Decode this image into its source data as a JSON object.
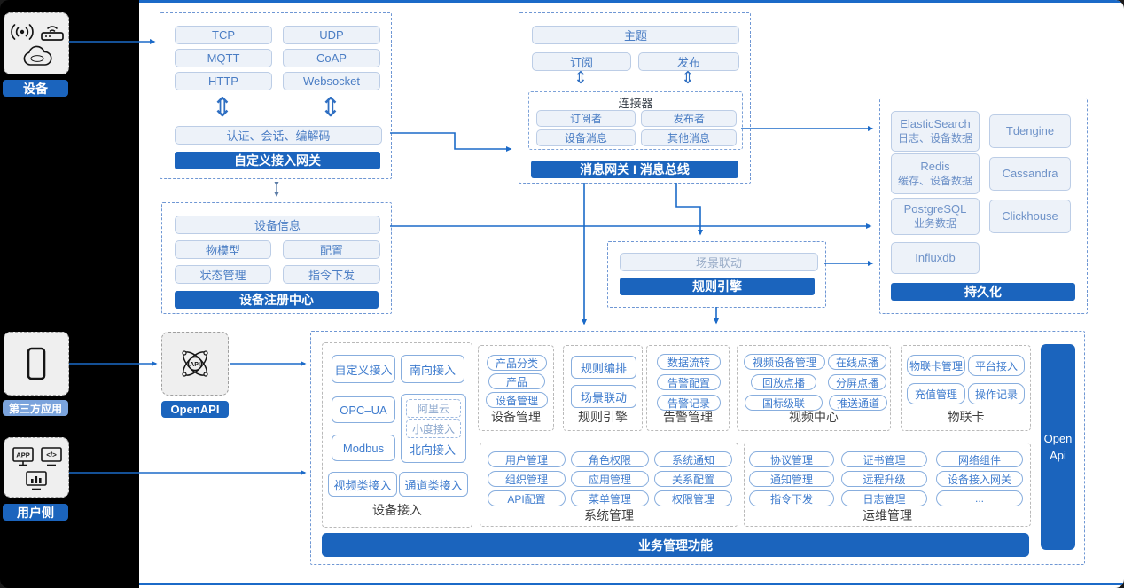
{
  "colors": {
    "accent": "#1b64bd",
    "arrow": "#1b6ac8",
    "pill_bg": "#edf2f9",
    "pill_border": "#bccde6",
    "dashed_blue": "#6f97d4",
    "section_dash": "#b9b9b9",
    "rail_label_light": "#7aa3dc",
    "background": "#000000"
  },
  "rail": {
    "device": {
      "label": "设备"
    },
    "third_party": {
      "label": "第三方应用"
    },
    "user_side": {
      "label": "用户侧"
    }
  },
  "icons": {
    "app_text": "APP",
    "code_text": "</>",
    "api_text": "API"
  },
  "gateway": {
    "title": "自定义接入网关",
    "protocols": [
      "TCP",
      "UDP",
      "MQTT",
      "CoAP",
      "HTTP",
      "Websocket"
    ],
    "session": "认证、会话、编解码",
    "updown": "⇕"
  },
  "message_bus": {
    "title": "消息网关 I 消息总线",
    "topic": "主题",
    "subscribe": "订阅",
    "publish": "发布",
    "updown": "⇕",
    "connector": {
      "title": "连接器",
      "items": [
        "订阅者",
        "发布者",
        "设备消息",
        "其他消息"
      ]
    }
  },
  "persistence": {
    "title": "持久化",
    "stores": [
      {
        "name": "ElasticSearch",
        "desc": "日志、设备数据"
      },
      {
        "name": "Tdengine",
        "desc": ""
      },
      {
        "name": "Redis",
        "desc": "缓存、设备数据"
      },
      {
        "name": "Cassandra",
        "desc": ""
      },
      {
        "name": "PostgreSQL",
        "desc": "业务数据"
      },
      {
        "name": "Clickhouse",
        "desc": ""
      },
      {
        "name": "Influxdb",
        "desc": ""
      }
    ]
  },
  "registry": {
    "title": "设备注册中心",
    "wide": "设备信息",
    "items": [
      "物模型",
      "配置",
      "状态管理",
      "指令下发"
    ]
  },
  "rule_engine_box": {
    "title": "规则引擎",
    "item": "场景联动"
  },
  "openapi": {
    "label": "OpenAPI"
  },
  "business": {
    "title": "业务管理功能",
    "open_api": "Open Api",
    "sections": {
      "device_access": {
        "label": "设备接入",
        "pills": [
          "自定义接入",
          "南向接入",
          "OPC–UA",
          "Modbus",
          "视频类接入",
          "通道类接入"
        ],
        "north": {
          "label": "北向接入",
          "subs": [
            "阿里云",
            "小度接入"
          ]
        }
      },
      "device_mgmt": {
        "label": "设备管理",
        "pills": [
          "产品分类",
          "产品",
          "设备管理"
        ]
      },
      "rule": {
        "label": "规则引擎",
        "pills": [
          "规则编排",
          "场景联动"
        ]
      },
      "alarm": {
        "label": "告警管理",
        "pills": [
          "数据流转",
          "告警配置",
          "告警记录"
        ]
      },
      "video": {
        "label": "视频中心",
        "pills": [
          "视频设备管理",
          "在线点播",
          "回放点播",
          "分屏点播",
          "国标级联",
          "推送通道"
        ]
      },
      "iot_card": {
        "label": "物联卡",
        "pills": [
          "物联卡管理",
          "平台接入",
          "充值管理",
          "操作记录"
        ]
      },
      "system": {
        "label": "系统管理",
        "pills": [
          "用户管理",
          "角色权限",
          "系统通知",
          "组织管理",
          "应用管理",
          "关系配置",
          "API配置",
          "菜单管理",
          "权限管理"
        ]
      },
      "ops": {
        "label": "运维管理",
        "pills": [
          "协议管理",
          "证书管理",
          "网络组件",
          "通知管理",
          "远程升级",
          "设备接入网关",
          "指令下发",
          "日志管理",
          "..."
        ]
      }
    }
  }
}
